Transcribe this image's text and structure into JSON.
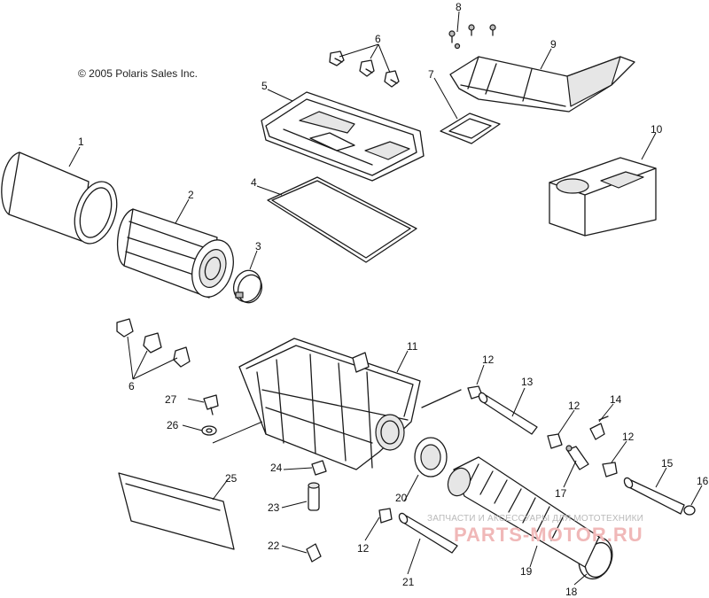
{
  "copyright": "© 2005 Polaris Sales Inc.",
  "watermark": {
    "line1": "ЗАПЧАСТИ И АКСЕССУАРЫ ДЛЯ МОТОТЕХНИКИ",
    "brand": "PARTS-MOTOR.RU",
    "color": "#f0b8b8"
  },
  "callouts": {
    "c1": "1",
    "c2": "2",
    "c3": "3",
    "c4": "4",
    "c5": "5",
    "c6a": "6",
    "c6b": "6",
    "c7": "7",
    "c8": "8",
    "c9": "9",
    "c10": "10",
    "c11": "11",
    "c12a": "12",
    "c12b": "12",
    "c12c": "12",
    "c12d": "12",
    "c13": "13",
    "c14": "14",
    "c15": "15",
    "c16": "16",
    "c17": "17",
    "c18": "18",
    "c19": "19",
    "c20": "20",
    "c21": "21",
    "c22": "22",
    "c23": "23",
    "c24": "24",
    "c25": "25",
    "c26": "26",
    "c27": "27"
  },
  "parts": [
    {
      "id": 1,
      "icon": "outer-filter-sleeve-icon"
    },
    {
      "id": 2,
      "icon": "air-filter-element-icon"
    },
    {
      "id": 3,
      "icon": "hose-clamp-icon"
    },
    {
      "id": 4,
      "icon": "lid-seal-gasket-icon"
    },
    {
      "id": 5,
      "icon": "airbox-cover-icon"
    },
    {
      "id": 6,
      "icon": "retaining-clip-icon"
    },
    {
      "id": 7,
      "icon": "intake-gasket-icon"
    },
    {
      "id": 8,
      "icon": "screw-icon"
    },
    {
      "id": 9,
      "icon": "intake-duct-icon"
    },
    {
      "id": 10,
      "icon": "foam-block-icon"
    },
    {
      "id": 11,
      "icon": "airbox-housing-icon"
    },
    {
      "id": 12,
      "icon": "hose-clamp-small-icon"
    },
    {
      "id": 13,
      "icon": "drain-tube-icon"
    },
    {
      "id": 14,
      "icon": "clamp-icon"
    },
    {
      "id": 15,
      "icon": "drain-tube-icon"
    },
    {
      "id": 16,
      "icon": "clamp-ring-icon"
    },
    {
      "id": 17,
      "icon": "check-valve-icon"
    },
    {
      "id": 18,
      "icon": "large-clamp-icon"
    },
    {
      "id": 19,
      "icon": "intake-boot-icon"
    },
    {
      "id": 20,
      "icon": "coupler-ring-icon"
    },
    {
      "id": 21,
      "icon": "drain-tube-icon"
    },
    {
      "id": 22,
      "icon": "clamp-icon"
    },
    {
      "id": 23,
      "icon": "drain-plug-icon"
    },
    {
      "id": 24,
      "icon": "clip-icon"
    },
    {
      "id": 25,
      "icon": "plate-icon"
    },
    {
      "id": 26,
      "icon": "washer-icon"
    },
    {
      "id": 27,
      "icon": "bolt-icon"
    }
  ]
}
